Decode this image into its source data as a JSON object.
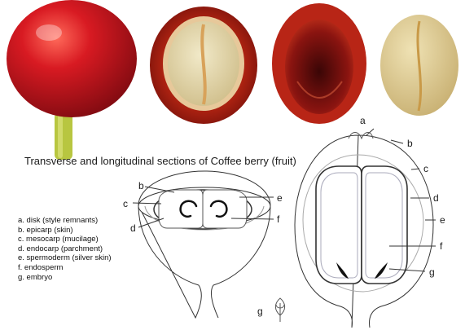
{
  "caption": "Transverse and longitudinal sections of Coffee berry (fruit)",
  "legend": [
    "a. disk (style remnants)",
    "b. epicarp (skin)",
    "c. mesocarp (mucilage)",
    "d. endocarp (parchment)",
    "e. spermoderm (silver skin)",
    "f. endosperm",
    "g. embryo"
  ],
  "transverse_labels": {
    "b": "b",
    "c": "c",
    "d": "d",
    "e": "e",
    "f": "f"
  },
  "longitudinal_labels": {
    "a": "a",
    "b": "b",
    "c": "c",
    "d": "d",
    "e": "e",
    "f": "f",
    "g": "g"
  },
  "embryo_label": "g",
  "photos": [
    "whole-berry",
    "berry-cut-pulp",
    "berry-cut-empty",
    "green-bean"
  ],
  "colors": {
    "berry_red": "#c8101c",
    "pulp": "#a81b10",
    "bean": "#e8dcb0",
    "stem": "#b8c640"
  }
}
